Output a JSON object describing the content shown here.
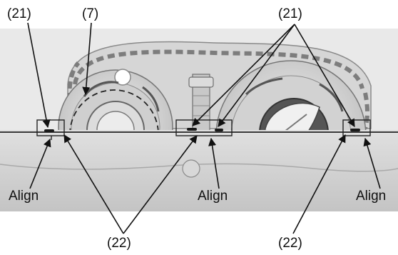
{
  "figure": {
    "callouts": {
      "mark_21_left": "(21)",
      "sprocket_7": "(7)",
      "mark_21_right": "(21)",
      "mark_22_left": "(22)",
      "mark_22_right": "(22)"
    },
    "align_labels": {
      "left": "Align",
      "center": "Align",
      "right": "Align"
    }
  }
}
